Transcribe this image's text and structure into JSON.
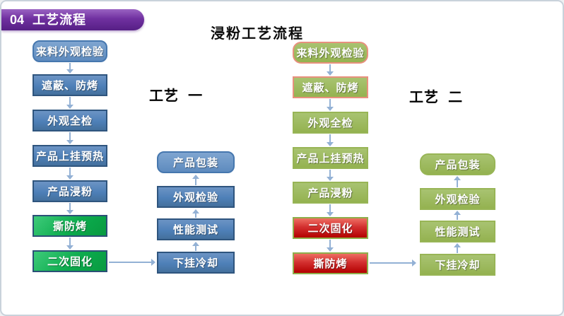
{
  "slide": {
    "badge": {
      "number": "04",
      "title": "工艺流程"
    },
    "title": "浸粉工艺流程"
  },
  "colors": {
    "badge_purple": "#7030a0",
    "blue_box": "#4e80b8",
    "blue_border": "#2f557e",
    "green_box": "#0cab4d",
    "olive_box": "#9bbb59",
    "salmon_border": "#e8907e",
    "red_box": "#cc0000",
    "arrow": "#93b1d5"
  },
  "process1": {
    "label": "工艺  一",
    "forward_steps": [
      {
        "label": "来料外观检验",
        "variant": "blue-rounded"
      },
      {
        "label": "遮蔽、防烤",
        "variant": "blue"
      },
      {
        "label": "外观全检",
        "variant": "blue"
      },
      {
        "label": "产品上挂预热",
        "variant": "blue"
      },
      {
        "label": "产品浸粉",
        "variant": "blue"
      },
      {
        "label": "撕防烤",
        "variant": "green"
      },
      {
        "label": "二次固化",
        "variant": "green"
      }
    ],
    "return_steps": [
      {
        "label": "产品包装",
        "variant": "blue-rounded"
      },
      {
        "label": "外观检验",
        "variant": "blue"
      },
      {
        "label": "性能测试",
        "variant": "blue"
      },
      {
        "label": "下挂冷却",
        "variant": "blue"
      }
    ]
  },
  "process2": {
    "label": "工艺  二",
    "forward_steps": [
      {
        "label": "来料外观检验",
        "variant": "olive-rounded-salmon"
      },
      {
        "label": "遮蔽、防烤",
        "variant": "olive-salmon"
      },
      {
        "label": "外观全检",
        "variant": "olive"
      },
      {
        "label": "产品上挂预热",
        "variant": "olive"
      },
      {
        "label": "产品浸粉",
        "variant": "olive"
      },
      {
        "label": "二次固化",
        "variant": "red"
      },
      {
        "label": "撕防烤",
        "variant": "red"
      }
    ],
    "return_steps": [
      {
        "label": "产品包装",
        "variant": "olive-rounded"
      },
      {
        "label": "外观检验",
        "variant": "olive"
      },
      {
        "label": "性能测试",
        "variant": "olive"
      },
      {
        "label": "下挂冷却",
        "variant": "olive"
      }
    ]
  }
}
